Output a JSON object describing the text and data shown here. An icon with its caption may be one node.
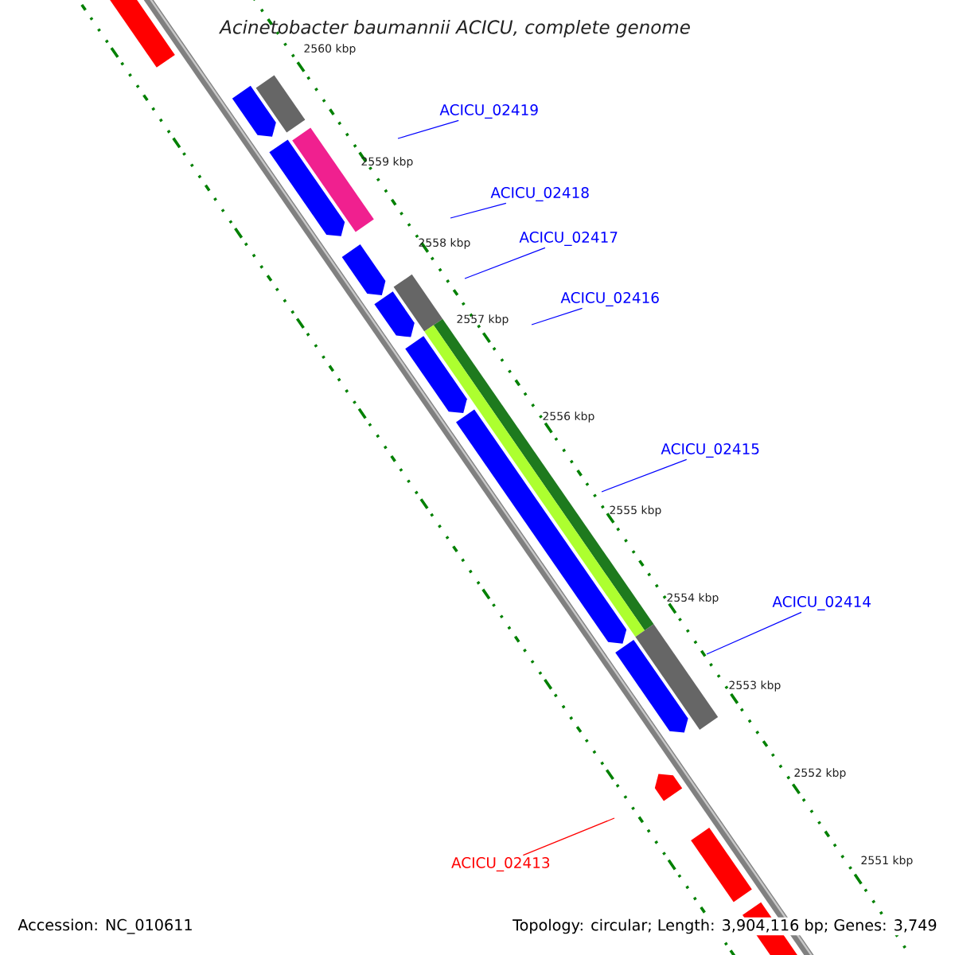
{
  "diagram": {
    "title": "Acinetobacter baumannii ACICU, complete genome",
    "nodes": [
      {
        "text": [
          "ACICU_02419"
        ]
      },
      {
        "text": [
          "ACICU_02418"
        ]
      },
      {
        "text": [
          "ACICU_02417"
        ]
      },
      {
        "text": [
          "ACICU_02416"
        ]
      },
      {
        "text": [
          "ACICU_02415"
        ]
      },
      {
        "text": [
          "ACICU_02414"
        ]
      },
      {
        "text": [
          "ACICU_02413"
        ]
      }
    ],
    "edges": [
      {
        "from": 0,
        "to": null,
        "arrow": "none"
      },
      {
        "from": 1,
        "to": null,
        "arrow": "none"
      },
      {
        "from": 2,
        "to": null,
        "arrow": "none"
      },
      {
        "from": 3,
        "to": null,
        "arrow": "none"
      },
      {
        "from": 4,
        "to": null,
        "arrow": "none"
      },
      {
        "from": 5,
        "to": null,
        "arrow": "none"
      },
      {
        "from": 6,
        "to": null,
        "arrow": "none",
        "color": "#ff0000"
      }
    ],
    "labels": [
      "2560 kbp",
      "2559 kbp",
      "2558 kbp",
      "2557 kbp",
      "2556 kbp",
      "2555 kbp",
      "2554 kbp",
      "2553 kbp",
      "2552 kbp",
      "2551 kbp",
      "Accession: NC_010611",
      "Topology: circular; Length: 3,904,116 bp; Genes: 3,749"
    ]
  }
}
